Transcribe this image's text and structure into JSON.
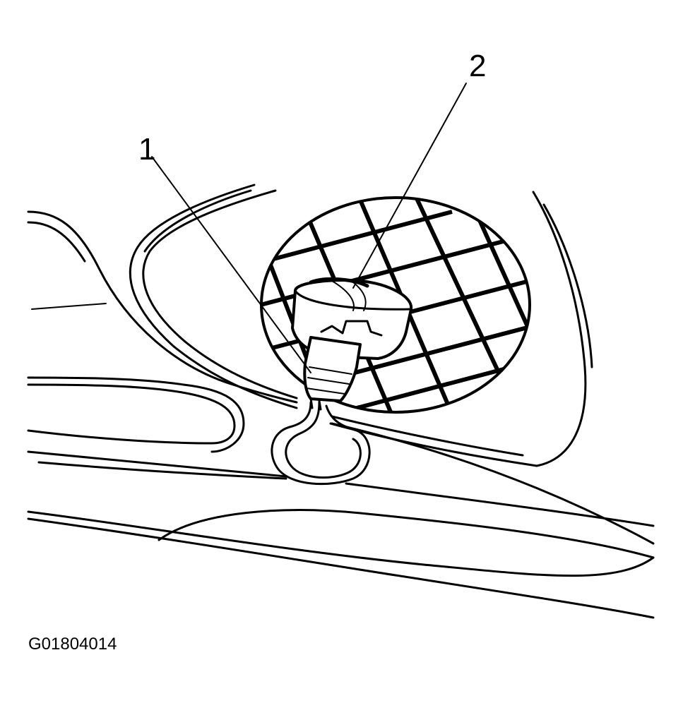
{
  "callouts": {
    "one": "1",
    "two": "2"
  },
  "figure_id": "G01804014",
  "colors": {
    "line": "#000000",
    "background": "#ffffff"
  }
}
